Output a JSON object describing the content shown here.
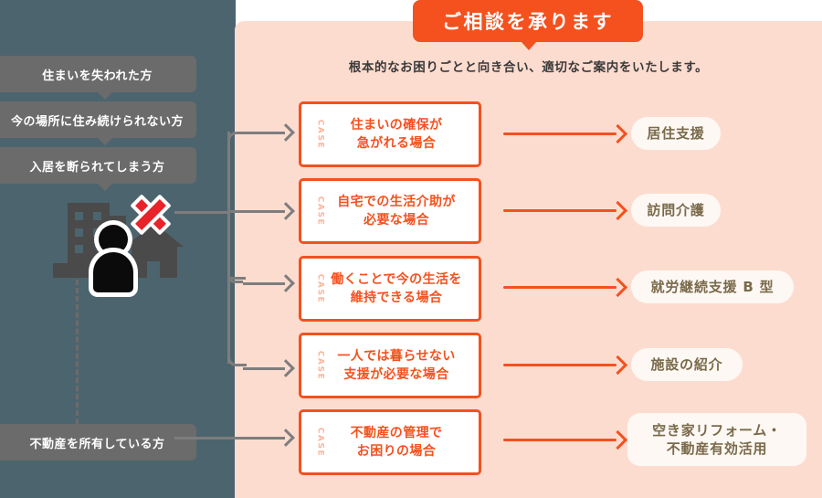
{
  "colors": {
    "left_panel_bg": "#4c646e",
    "left_box_bg": "#6b6b6b",
    "main_panel_bg": "#fddcd0",
    "accent_orange": "#f4511e",
    "case_label_orange": "#fbb59b",
    "pill_bg": "#fdf8f4",
    "pill_text": "#7a6a4a",
    "connector_gray": "#7d7d7d",
    "x_mark_red": "#e8232a"
  },
  "header": {
    "badge_label": "ご相談を承ります",
    "subtitle": "根本的なお困りごとと向き合い、適切なご案内をいたします。"
  },
  "sidebar": {
    "items": [
      {
        "label": "住まいを失われた方"
      },
      {
        "label": "今の場所に住み続けられない方"
      },
      {
        "label": "入居を断られてしまう方"
      },
      {
        "label": "不動産を所有している方"
      }
    ],
    "illustration": {
      "name": "building-person-house-with-x-illustration",
      "parts": [
        "apartment-building",
        "red-x-mark",
        "person-silhouette",
        "house"
      ]
    }
  },
  "cases": [
    {
      "tag": "CASE",
      "line1": "住まいの確保が",
      "line2": "急がれる場合",
      "result": "居住支援"
    },
    {
      "tag": "CASE",
      "line1": "自宅での生活介助が",
      "line2": "必要な場合",
      "result": "訪問介護"
    },
    {
      "tag": "CASE",
      "line1": "働くことで今の生活を",
      "line2": "維持できる場合",
      "result": "就労継続支援 B 型"
    },
    {
      "tag": "CASE",
      "line1": "一人では暮らせない",
      "line2": "支援が必要な場合",
      "result": "施設の紹介"
    },
    {
      "tag": "CASE",
      "line1": "不動産の管理で",
      "line2": "お困りの場合",
      "result_line1": "空き家リフォーム・",
      "result_line2": "不動産有効活用"
    }
  ]
}
